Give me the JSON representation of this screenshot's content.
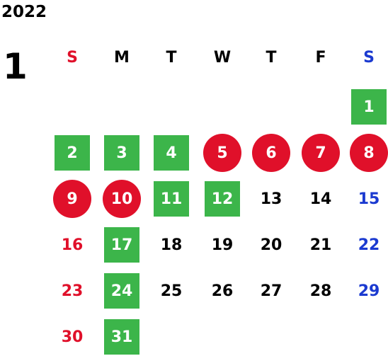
{
  "year": "2022",
  "month": "1",
  "weekdays": [
    {
      "label": "S",
      "color": "#e0102a"
    },
    {
      "label": "M",
      "color": "#000000"
    },
    {
      "label": "T",
      "color": "#000000"
    },
    {
      "label": "W",
      "color": "#000000"
    },
    {
      "label": "T",
      "color": "#000000"
    },
    {
      "label": "F",
      "color": "#000000"
    },
    {
      "label": "S",
      "color": "#1b3ad0"
    }
  ],
  "colors": {
    "sunday": "#e0102a",
    "saturday": "#1b3ad0",
    "weekday": "#000000",
    "highlight_green": "#3cb54a",
    "highlight_red": "#e0102a"
  },
  "weeks": [
    [
      null,
      null,
      null,
      null,
      null,
      null,
      {
        "day": "1",
        "mark": "green"
      }
    ],
    [
      {
        "day": "2",
        "mark": "green"
      },
      {
        "day": "3",
        "mark": "green"
      },
      {
        "day": "4",
        "mark": "green"
      },
      {
        "day": "5",
        "mark": "red"
      },
      {
        "day": "6",
        "mark": "red"
      },
      {
        "day": "7",
        "mark": "red"
      },
      {
        "day": "8",
        "mark": "red"
      }
    ],
    [
      {
        "day": "9",
        "mark": "red"
      },
      {
        "day": "10",
        "mark": "red"
      },
      {
        "day": "11",
        "mark": "green"
      },
      {
        "day": "12",
        "mark": "green"
      },
      {
        "day": "13",
        "mark": ""
      },
      {
        "day": "14",
        "mark": ""
      },
      {
        "day": "15",
        "mark": ""
      }
    ],
    [
      {
        "day": "16",
        "mark": ""
      },
      {
        "day": "17",
        "mark": "green"
      },
      {
        "day": "18",
        "mark": ""
      },
      {
        "day": "19",
        "mark": ""
      },
      {
        "day": "20",
        "mark": ""
      },
      {
        "day": "21",
        "mark": ""
      },
      {
        "day": "22",
        "mark": ""
      }
    ],
    [
      {
        "day": "23",
        "mark": ""
      },
      {
        "day": "24",
        "mark": "green"
      },
      {
        "day": "25",
        "mark": ""
      },
      {
        "day": "26",
        "mark": ""
      },
      {
        "day": "27",
        "mark": ""
      },
      {
        "day": "28",
        "mark": ""
      },
      {
        "day": "29",
        "mark": ""
      }
    ],
    [
      {
        "day": "30",
        "mark": ""
      },
      {
        "day": "31",
        "mark": "green"
      },
      null,
      null,
      null,
      null,
      null
    ]
  ]
}
